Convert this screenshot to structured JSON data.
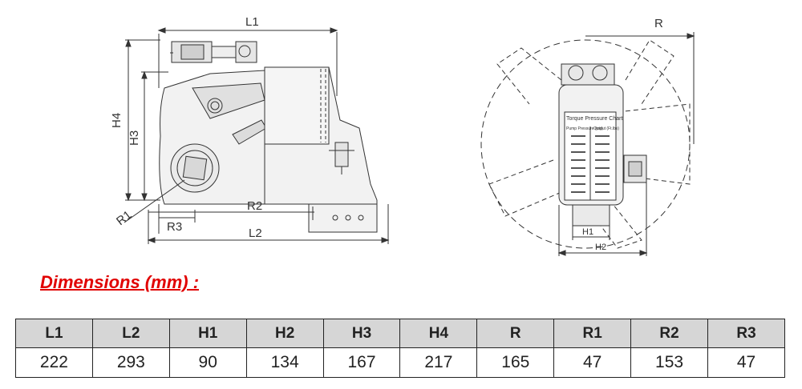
{
  "drawing": {
    "labels": {
      "l1": "L1",
      "l2": "L2",
      "h1": "H1",
      "h2": "H2",
      "h3": "H3",
      "h4": "H4",
      "r": "R",
      "r1": "R1",
      "r2": "R2",
      "r3": "R3",
      "chart_title": "Torque Pressure Chart",
      "chart_col1": "Pump Pressure (psi)",
      "chart_col2": "Output (Ft.lbs)"
    }
  },
  "heading": "Dimensions (mm) :",
  "table": {
    "headers": [
      "L1",
      "L2",
      "H1",
      "H2",
      "H3",
      "H4",
      "R",
      "R1",
      "R2",
      "R3"
    ],
    "values": [
      "222",
      "293",
      "90",
      "134",
      "167",
      "217",
      "165",
      "47",
      "153",
      "47"
    ]
  }
}
